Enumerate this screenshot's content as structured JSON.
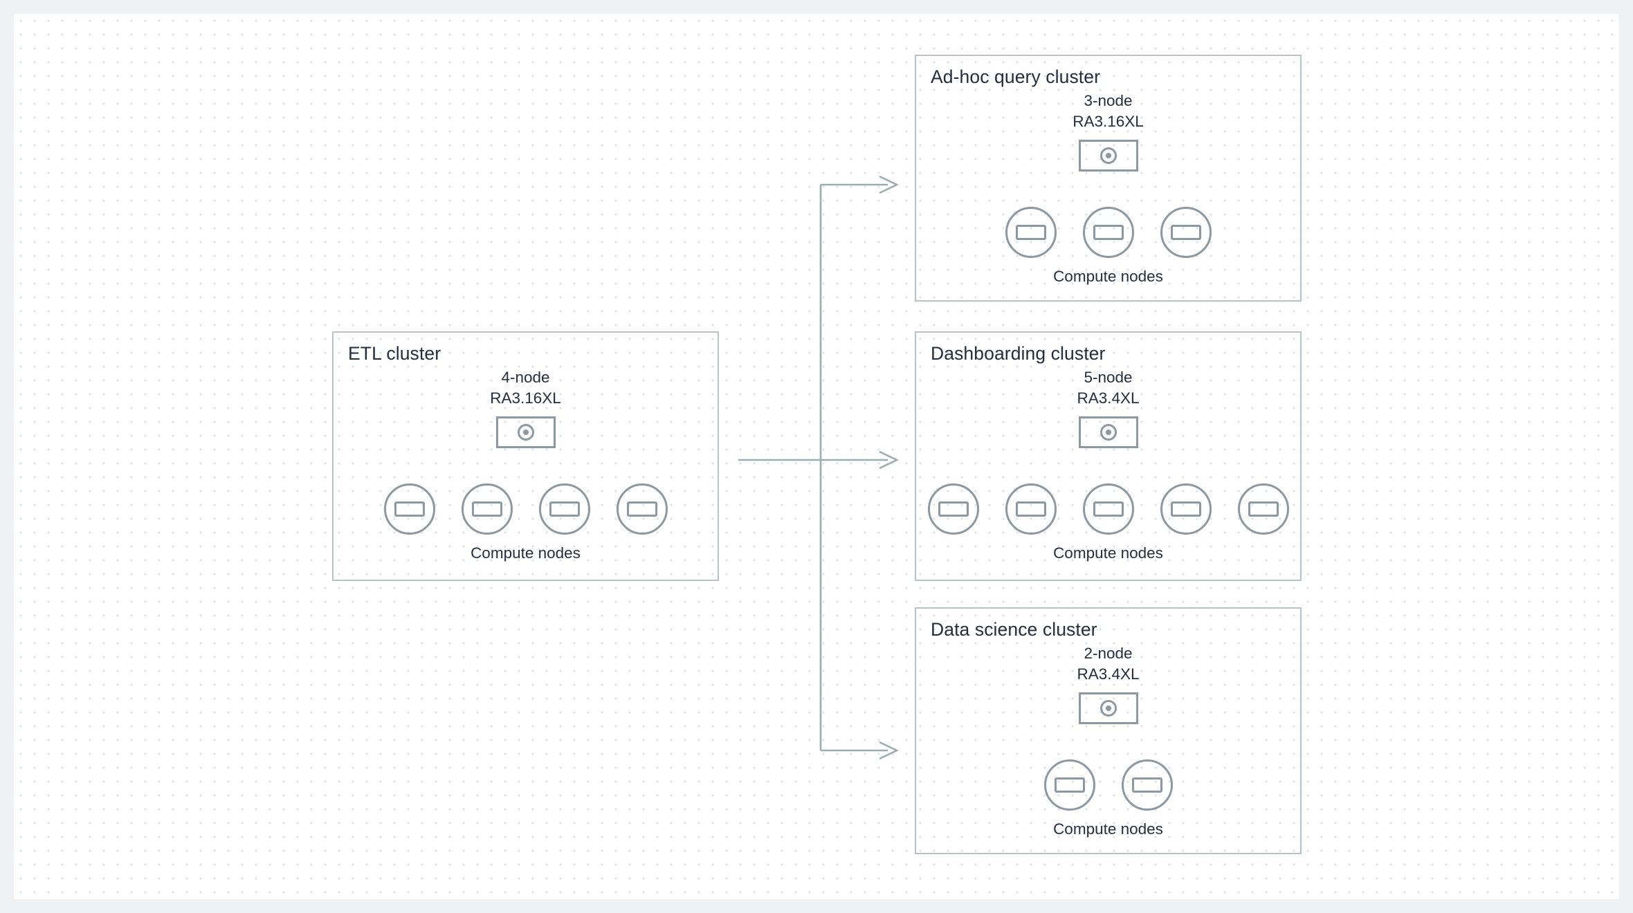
{
  "canvas": {
    "background_color": "#ffffff",
    "page_background_color": "#eef2f5",
    "dot_grid_color": "#dfe6ee"
  },
  "theme": {
    "box_border_color": "#b6c2c4",
    "icon_stroke_color": "#8c99a3",
    "text_color": "#232f3e",
    "connector_color": "#9aaeb0"
  },
  "clusters": [
    {
      "id": "etl",
      "title": "ETL cluster",
      "node_count_label": "4-node",
      "node_type_label": "RA3.16XL",
      "leader_icon": "target-icon",
      "compute_node_count": 4,
      "compute_caption": "Compute nodes"
    },
    {
      "id": "adhoc",
      "title": "Ad-hoc query cluster",
      "node_count_label": "3-node",
      "node_type_label": "RA3.16XL",
      "leader_icon": "target-icon",
      "compute_node_count": 3,
      "compute_caption": "Compute nodes"
    },
    {
      "id": "dashboarding",
      "title": "Dashboarding cluster",
      "node_count_label": "5-node",
      "node_type_label": "RA3.4XL",
      "leader_icon": "target-icon",
      "compute_node_count": 5,
      "compute_caption": "Compute nodes"
    },
    {
      "id": "datascience",
      "title": "Data science cluster",
      "node_count_label": "2-node",
      "node_type_label": "RA3.4XL",
      "leader_icon": "target-icon",
      "compute_node_count": 2,
      "compute_caption": "Compute nodes"
    }
  ],
  "connectors": [
    {
      "id": "etl-to-adhoc",
      "from": "etl",
      "to": "adhoc",
      "arrowhead": "open-v"
    },
    {
      "id": "etl-to-dashboarding",
      "from": "etl",
      "to": "dashboarding",
      "arrowhead": "open-v"
    },
    {
      "id": "etl-to-datascience",
      "from": "etl",
      "to": "datascience",
      "arrowhead": "open-v"
    }
  ]
}
